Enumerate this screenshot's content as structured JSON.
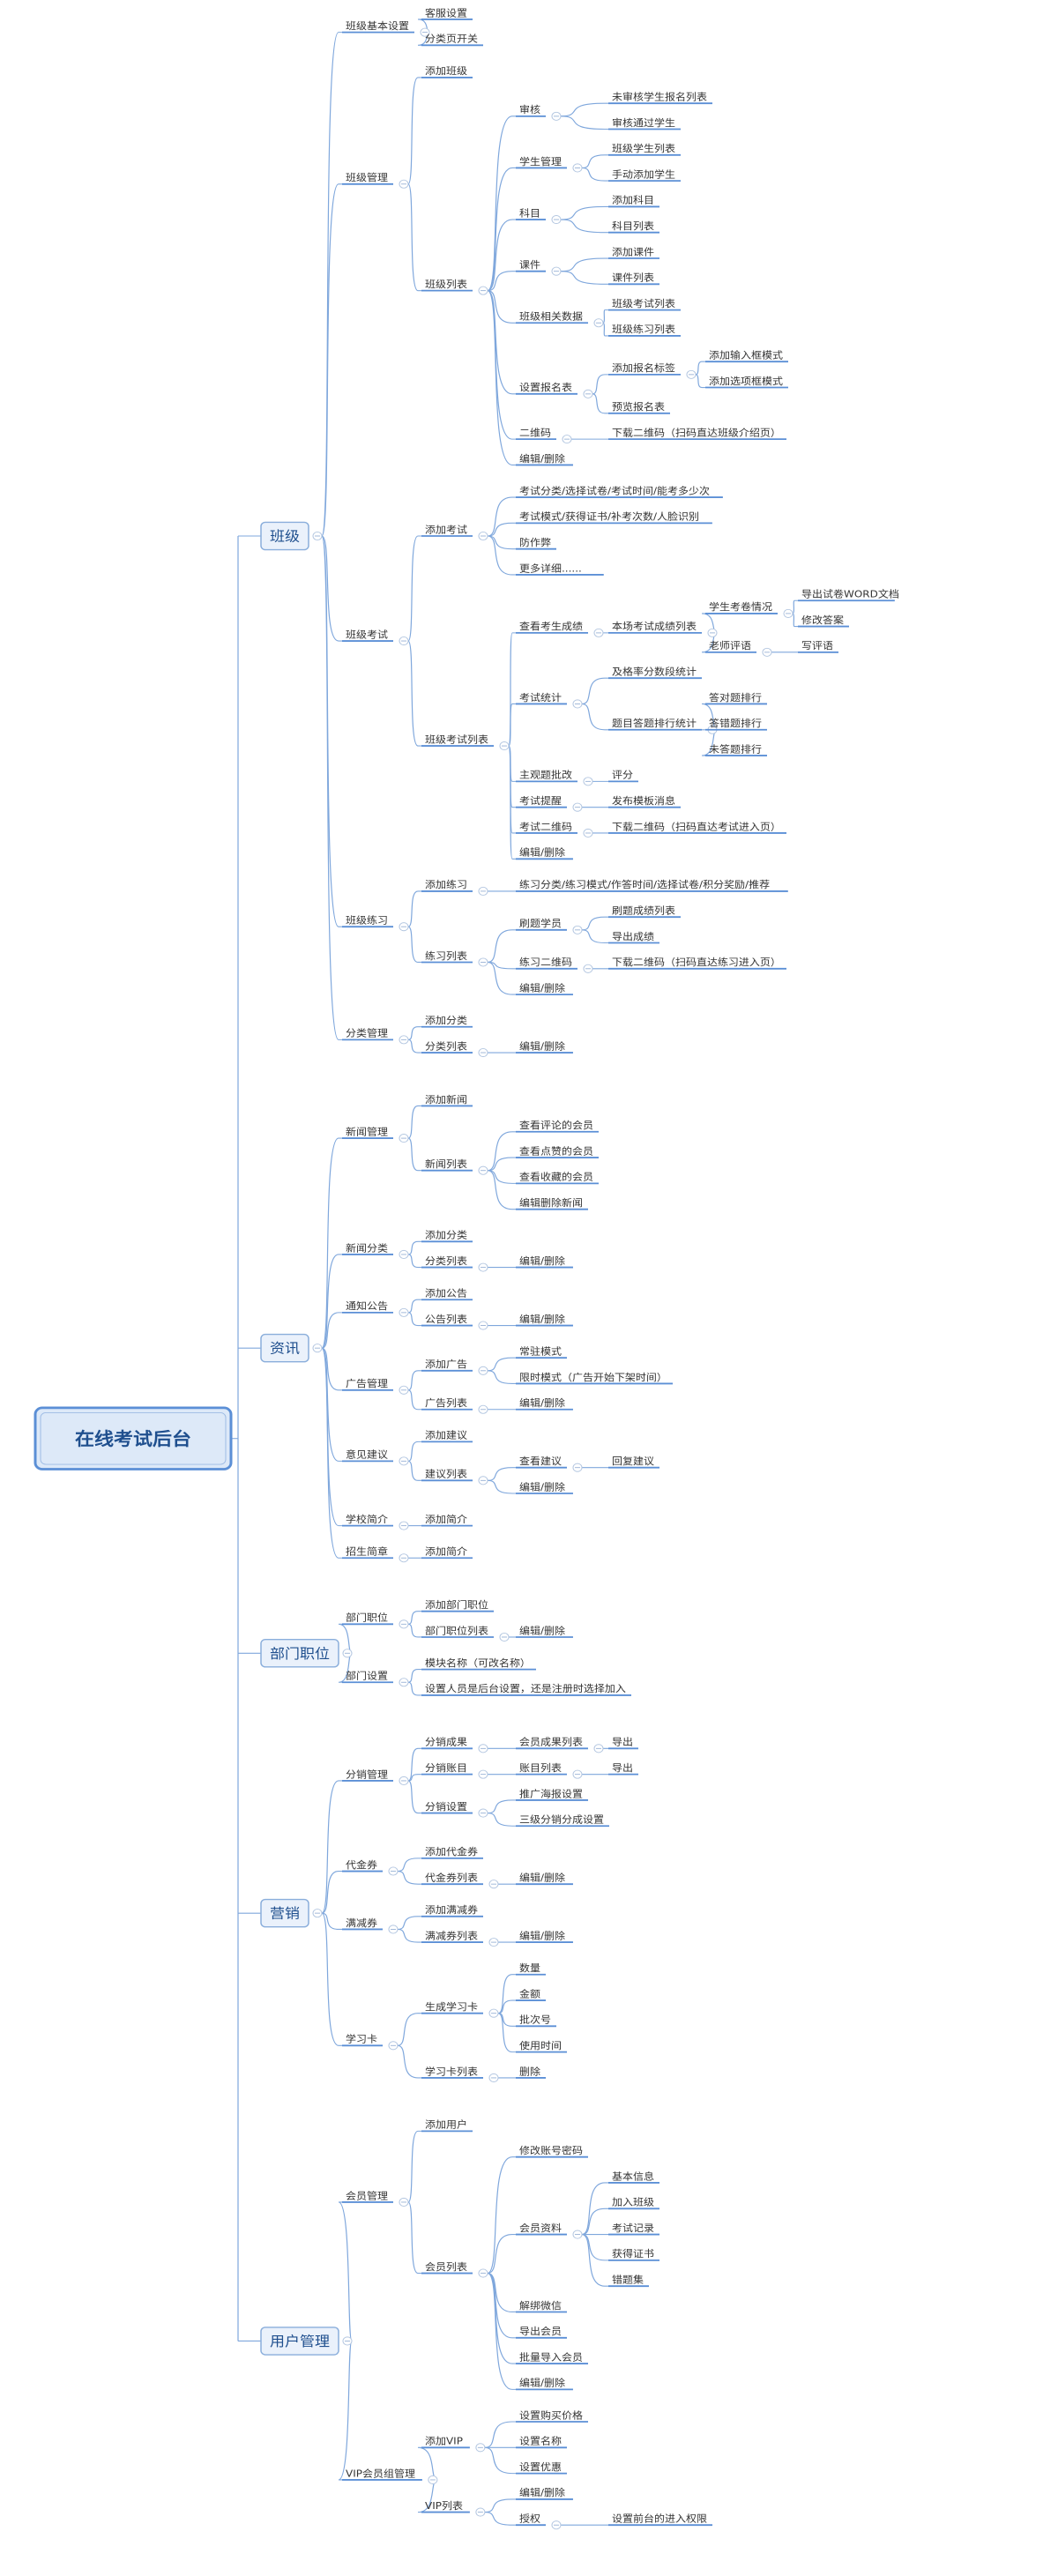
{
  "root": {
    "label": "在线考试后台",
    "children": [
      {
        "label": "班级",
        "children": [
          {
            "label": "班级基本设置",
            "children": [
              {
                "label": "客服设置"
              },
              {
                "label": "分类页开关"
              }
            ]
          },
          {
            "label": "班级管理",
            "children": [
              {
                "label": "添加班级"
              },
              {
                "label": "班级列表",
                "children": [
                  {
                    "label": "审核",
                    "children": [
                      {
                        "label": "未审核学生报名列表"
                      },
                      {
                        "label": "审核通过学生"
                      }
                    ]
                  },
                  {
                    "label": "学生管理",
                    "children": [
                      {
                        "label": "班级学生列表"
                      },
                      {
                        "label": "手动添加学生"
                      }
                    ]
                  },
                  {
                    "label": "科目",
                    "children": [
                      {
                        "label": "添加科目"
                      },
                      {
                        "label": "科目列表"
                      }
                    ]
                  },
                  {
                    "label": "课件",
                    "children": [
                      {
                        "label": "添加课件"
                      },
                      {
                        "label": "课件列表"
                      }
                    ]
                  },
                  {
                    "label": "班级相关数据",
                    "children": [
                      {
                        "label": "班级考试列表"
                      },
                      {
                        "label": "班级练习列表"
                      }
                    ]
                  },
                  {
                    "label": "设置报名表",
                    "children": [
                      {
                        "label": "添加报名标签",
                        "children": [
                          {
                            "label": "添加输入框模式"
                          },
                          {
                            "label": "添加选项框模式"
                          }
                        ]
                      },
                      {
                        "label": "预览报名表"
                      }
                    ]
                  },
                  {
                    "label": "二维码",
                    "children": [
                      {
                        "label": "下载二维码（扫码直达班级介绍页）"
                      }
                    ]
                  },
                  {
                    "label": "编辑/删除"
                  }
                ]
              }
            ]
          },
          {
            "label": "班级考试",
            "children": [
              {
                "label": "添加考试",
                "children": [
                  {
                    "label": "考试分类/选择试卷/考试时间/能考多少次"
                  },
                  {
                    "label": "考试模式/获得证书/补考次数/人脸识别"
                  },
                  {
                    "label": "防作弊"
                  },
                  {
                    "label": "更多详细......"
                  }
                ]
              },
              {
                "label": "班级考试列表",
                "children": [
                  {
                    "label": "查看考生成绩",
                    "children": [
                      {
                        "label": "本场考试成绩列表",
                        "children": [
                          {
                            "label": "学生考卷情况",
                            "children": [
                              {
                                "label": "导出试卷WORD文档"
                              },
                              {
                                "label": "修改答案"
                              }
                            ]
                          },
                          {
                            "label": "老师评语",
                            "children": [
                              {
                                "label": "写评语"
                              }
                            ]
                          }
                        ]
                      }
                    ]
                  },
                  {
                    "label": "考试统计",
                    "children": [
                      {
                        "label": "及格率分数段统计"
                      },
                      {
                        "label": "题目答题排行统计",
                        "children": [
                          {
                            "label": "答对题排行"
                          },
                          {
                            "label": "答错题排行"
                          },
                          {
                            "label": "未答题排行"
                          }
                        ]
                      }
                    ]
                  },
                  {
                    "label": "主观题批改",
                    "children": [
                      {
                        "label": "评分"
                      }
                    ]
                  },
                  {
                    "label": "考试提醒",
                    "children": [
                      {
                        "label": "发布模板消息"
                      }
                    ]
                  },
                  {
                    "label": "考试二维码",
                    "children": [
                      {
                        "label": "下载二维码（扫码直达考试进入页）"
                      }
                    ]
                  },
                  {
                    "label": "编辑/删除"
                  }
                ]
              }
            ]
          },
          {
            "label": "班级练习",
            "children": [
              {
                "label": "添加练习",
                "children": [
                  {
                    "label": "练习分类/练习模式/作答时间/选择试卷/积分奖励/推荐"
                  }
                ]
              },
              {
                "label": "练习列表",
                "children": [
                  {
                    "label": "刷题学员",
                    "children": [
                      {
                        "label": "刷题成绩列表"
                      },
                      {
                        "label": "导出成绩"
                      }
                    ]
                  },
                  {
                    "label": "练习二维码",
                    "children": [
                      {
                        "label": "下载二维码（扫码直达练习进入页）"
                      }
                    ]
                  },
                  {
                    "label": "编辑/删除"
                  }
                ]
              }
            ]
          },
          {
            "label": "分类管理",
            "children": [
              {
                "label": "添加分类"
              },
              {
                "label": "分类列表",
                "children": [
                  {
                    "label": "编辑/删除"
                  }
                ]
              }
            ]
          }
        ]
      },
      {
        "label": "资讯",
        "children": [
          {
            "label": "新闻管理",
            "children": [
              {
                "label": "添加新闻"
              },
              {
                "label": "新闻列表",
                "children": [
                  {
                    "label": "查看评论的会员"
                  },
                  {
                    "label": "查看点赞的会员"
                  },
                  {
                    "label": "查看收藏的会员"
                  },
                  {
                    "label": "编辑删除新闻"
                  }
                ]
              }
            ]
          },
          {
            "label": "新闻分类",
            "children": [
              {
                "label": "添加分类"
              },
              {
                "label": "分类列表",
                "children": [
                  {
                    "label": "编辑/删除"
                  }
                ]
              }
            ]
          },
          {
            "label": "通知公告",
            "children": [
              {
                "label": "添加公告"
              },
              {
                "label": "公告列表",
                "children": [
                  {
                    "label": "编辑/删除"
                  }
                ]
              }
            ]
          },
          {
            "label": "广告管理",
            "children": [
              {
                "label": "添加广告",
                "children": [
                  {
                    "label": "常驻模式"
                  },
                  {
                    "label": "限时模式（广告开始下架时间）"
                  }
                ]
              },
              {
                "label": "广告列表",
                "children": [
                  {
                    "label": "编辑/删除"
                  }
                ]
              }
            ]
          },
          {
            "label": "意见建议",
            "children": [
              {
                "label": "添加建议"
              },
              {
                "label": "建议列表",
                "children": [
                  {
                    "label": "查看建议",
                    "children": [
                      {
                        "label": "回复建议"
                      }
                    ]
                  },
                  {
                    "label": "编辑/删除"
                  }
                ]
              }
            ]
          },
          {
            "label": "学校简介",
            "children": [
              {
                "label": "添加简介"
              }
            ]
          },
          {
            "label": "招生简章",
            "children": [
              {
                "label": "添加简介"
              }
            ]
          }
        ]
      },
      {
        "label": "部门职位",
        "children": [
          {
            "label": "部门职位",
            "children": [
              {
                "label": "添加部门职位"
              },
              {
                "label": "部门职位列表",
                "children": [
                  {
                    "label": "编辑/删除"
                  }
                ]
              }
            ]
          },
          {
            "label": "部门设置",
            "children": [
              {
                "label": "模块名称（可改名称）"
              },
              {
                "label": "设置人员是后台设置，还是注册时选择加入"
              }
            ]
          }
        ]
      },
      {
        "label": "营销",
        "children": [
          {
            "label": "分销管理",
            "children": [
              {
                "label": "分销成果",
                "children": [
                  {
                    "label": "会员成果列表",
                    "children": [
                      {
                        "label": "导出"
                      }
                    ]
                  }
                ]
              },
              {
                "label": "分销账目",
                "children": [
                  {
                    "label": "账目列表",
                    "children": [
                      {
                        "label": "导出"
                      }
                    ]
                  }
                ]
              },
              {
                "label": "分销设置",
                "children": [
                  {
                    "label": "推广海报设置"
                  },
                  {
                    "label": "三级分销分成设置"
                  }
                ]
              }
            ]
          },
          {
            "label": "代金券",
            "children": [
              {
                "label": "添加代金券"
              },
              {
                "label": "代金券列表",
                "children": [
                  {
                    "label": "编辑/删除"
                  }
                ]
              }
            ]
          },
          {
            "label": "满减券",
            "children": [
              {
                "label": "添加满减券"
              },
              {
                "label": "满减券列表",
                "children": [
                  {
                    "label": "编辑/删除"
                  }
                ]
              }
            ]
          },
          {
            "label": "学习卡",
            "children": [
              {
                "label": "生成学习卡",
                "children": [
                  {
                    "label": "数量"
                  },
                  {
                    "label": "金额"
                  },
                  {
                    "label": "批次号"
                  },
                  {
                    "label": "使用时间"
                  }
                ]
              },
              {
                "label": "学习卡列表",
                "children": [
                  {
                    "label": "删除"
                  }
                ]
              }
            ]
          }
        ]
      },
      {
        "label": "用户管理",
        "children": [
          {
            "label": "会员管理",
            "children": [
              {
                "label": "添加用户"
              },
              {
                "label": "会员列表",
                "children": [
                  {
                    "label": "修改账号密码"
                  },
                  {
                    "label": "会员资料",
                    "children": [
                      {
                        "label": "基本信息"
                      },
                      {
                        "label": "加入班级"
                      },
                      {
                        "label": "考试记录"
                      },
                      {
                        "label": "获得证书"
                      },
                      {
                        "label": "错题集"
                      }
                    ]
                  },
                  {
                    "label": "解绑微信"
                  },
                  {
                    "label": "导出会员"
                  },
                  {
                    "label": "批量导入会员"
                  },
                  {
                    "label": "编辑/删除"
                  }
                ]
              }
            ]
          },
          {
            "label": "VIP会员组管理",
            "children": [
              {
                "label": "添加VIP",
                "children": [
                  {
                    "label": "设置购买价格"
                  },
                  {
                    "label": "设置名称"
                  },
                  {
                    "label": "设置优惠"
                  }
                ]
              },
              {
                "label": "VIP列表",
                "children": [
                  {
                    "label": "编辑/删除"
                  },
                  {
                    "label": "授权",
                    "children": [
                      {
                        "label": "设置前台的进入权限"
                      }
                    ]
                  }
                ]
              }
            ]
          }
        ]
      }
    ]
  }
}
